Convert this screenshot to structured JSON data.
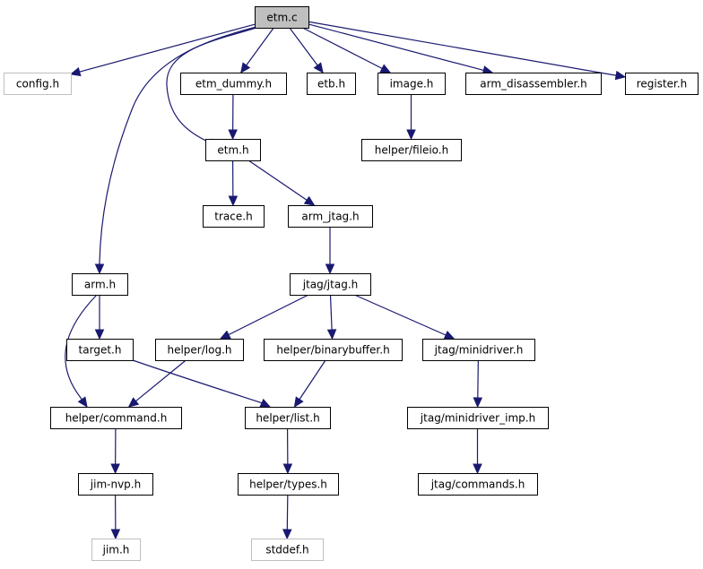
{
  "graph": {
    "colors": {
      "edge": "#191970",
      "node_border": "#000000",
      "missing_border": "#bfbfbf",
      "root_fill": "#bfbfbf",
      "background": "#ffffff"
    },
    "nodes": {
      "etm_c": "etm.c",
      "config_h": "config.h",
      "etm_dummy_h": "etm_dummy.h",
      "etb_h": "etb.h",
      "image_h": "image.h",
      "arm_disassembler_h": "arm_disassembler.h",
      "register_h": "register.h",
      "etm_h": "etm.h",
      "helper_fileio_h": "helper/fileio.h",
      "trace_h": "trace.h",
      "arm_jtag_h": "arm_jtag.h",
      "arm_h": "arm.h",
      "jtag_jtag_h": "jtag/jtag.h",
      "target_h": "target.h",
      "helper_log_h": "helper/log.h",
      "helper_binarybuffer_h": "helper/binarybuffer.h",
      "jtag_minidriver_h": "jtag/minidriver.h",
      "helper_command_h": "helper/command.h",
      "helper_list_h": "helper/list.h",
      "jtag_minidriver_imp_h": "jtag/minidriver_imp.h",
      "jim_nvp_h": "jim-nvp.h",
      "helper_types_h": "helper/types.h",
      "jtag_commands_h": "jtag/commands.h",
      "jim_h": "jim.h",
      "stddef_h": "stddef.h"
    },
    "missing": [
      "config_h",
      "jim_h",
      "stddef_h"
    ],
    "root": "etm_c",
    "edges": [
      [
        "etm_c",
        "config_h"
      ],
      [
        "etm_c",
        "etm_dummy_h"
      ],
      [
        "etm_c",
        "etb_h"
      ],
      [
        "etm_c",
        "image_h"
      ],
      [
        "etm_c",
        "arm_disassembler_h"
      ],
      [
        "etm_c",
        "register_h"
      ],
      [
        "etm_c",
        "etm_h"
      ],
      [
        "etm_c",
        "arm_h"
      ],
      [
        "etm_dummy_h",
        "etm_h"
      ],
      [
        "image_h",
        "helper_fileio_h"
      ],
      [
        "etm_h",
        "trace_h"
      ],
      [
        "etm_h",
        "arm_jtag_h"
      ],
      [
        "arm_jtag_h",
        "jtag_jtag_h"
      ],
      [
        "arm_h",
        "target_h"
      ],
      [
        "arm_h",
        "helper_command_h"
      ],
      [
        "jtag_jtag_h",
        "helper_log_h"
      ],
      [
        "jtag_jtag_h",
        "helper_binarybuffer_h"
      ],
      [
        "jtag_jtag_h",
        "jtag_minidriver_h"
      ],
      [
        "target_h",
        "helper_list_h"
      ],
      [
        "helper_log_h",
        "helper_command_h"
      ],
      [
        "helper_binarybuffer_h",
        "helper_list_h"
      ],
      [
        "jtag_minidriver_h",
        "jtag_minidriver_imp_h"
      ],
      [
        "helper_command_h",
        "jim_nvp_h"
      ],
      [
        "helper_list_h",
        "helper_types_h"
      ],
      [
        "jtag_minidriver_imp_h",
        "jtag_commands_h"
      ],
      [
        "jim_nvp_h",
        "jim_h"
      ],
      [
        "helper_types_h",
        "stddef_h"
      ]
    ]
  }
}
